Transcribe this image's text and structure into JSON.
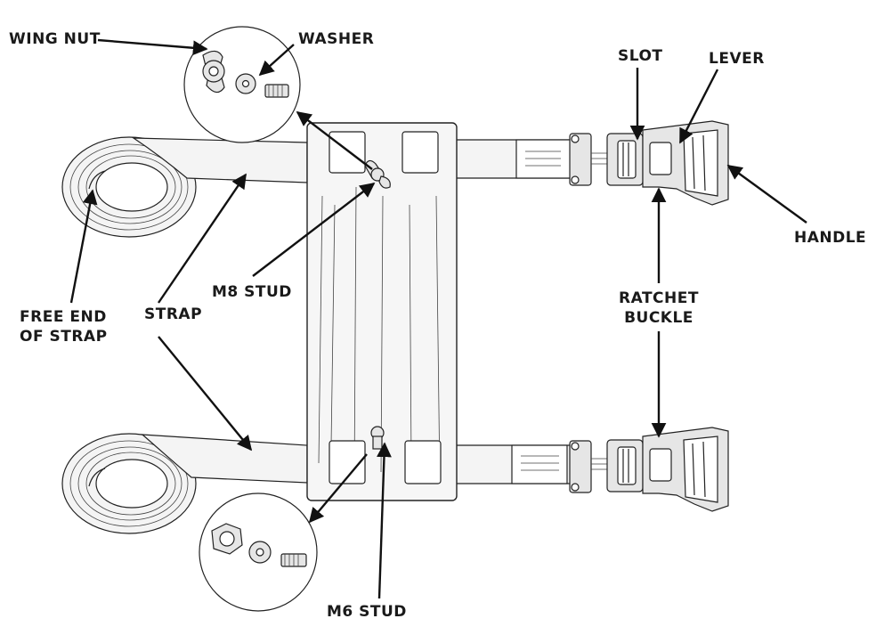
{
  "labels": {
    "wing_nut": "WING NUT",
    "washer": "WASHER",
    "slot": "SLOT",
    "lever": "LEVER",
    "handle": "HANDLE",
    "ratchet_line1": "RATCHET",
    "ratchet_line2": "BUCKLE",
    "m8_stud": "M8 STUD",
    "strap": "STRAP",
    "free_end_line1": "FREE END",
    "free_end_line2": "OF STRAP",
    "m6_stud": "M6 STUD"
  }
}
